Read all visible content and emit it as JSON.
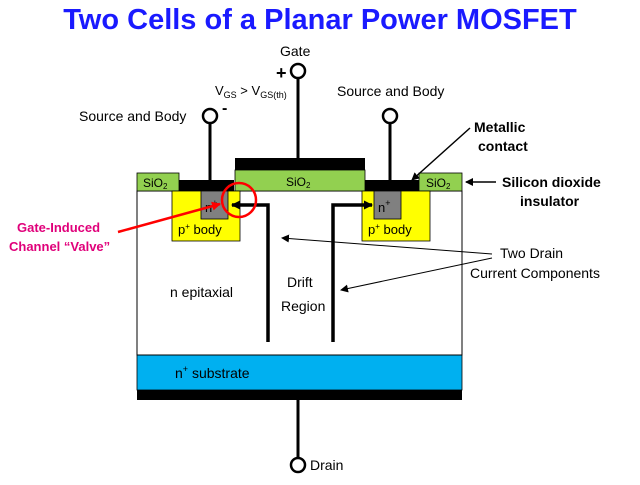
{
  "title": "Two Cells of a Planar Power MOSFET",
  "labels": {
    "gate": "Gate",
    "plus": "+",
    "minus": "-",
    "vgs_main": "V",
    "vgs_sub1": "GS",
    "vgs_gt": " > V",
    "vgs_sub2": "GS(th)",
    "source_left": "Source and Body",
    "source_right": "Source and Body",
    "metallic_line1": "Metallic",
    "metallic_line2": "contact",
    "sio2_left": "SiO",
    "sio2_center": "SiO",
    "sio2_right": "SiO",
    "sio2_sub": "2",
    "silicon_line1": "Silicon dioxide",
    "silicon_line2": "insulator",
    "n_plus": "n",
    "n_plus_sup": "+",
    "p_body_p": "p",
    "p_body_sup": "+",
    "p_body_word": " body",
    "gate_induced_line1": "Gate-Induced",
    "gate_induced_line2": "Channel “Valve”",
    "n_epitaxial": "n epitaxial",
    "drift_line1": "Drift",
    "drift_line2": "Region",
    "two_drain_line1": "Two Drain",
    "two_drain_line2": "Current Components",
    "substrate_n": "n",
    "substrate_sup": "+",
    "substrate_word": " substrate",
    "drain": "Drain"
  },
  "colors": {
    "title": "#1a1aff",
    "sio2": "#92d050",
    "p_body": "#ffff00",
    "n_plus": "#808080",
    "substrate": "#00b0f0",
    "metal": "#000000",
    "valve_callout": "#ff0000",
    "valve_text": "#e0007a",
    "epitaxial": "#ffffff"
  }
}
